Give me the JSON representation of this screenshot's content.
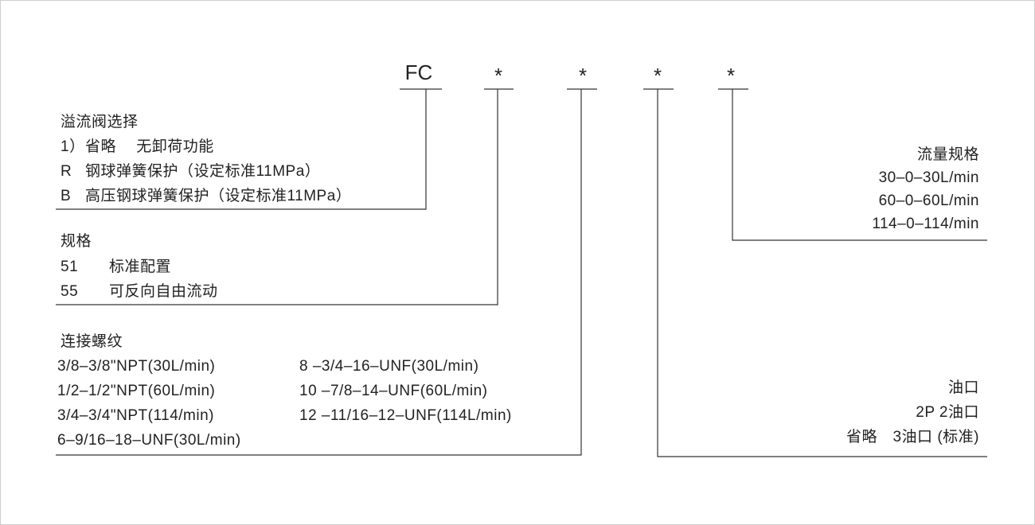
{
  "model_code": {
    "prefix": "FC",
    "slot1": "*",
    "slot2": "*",
    "slot3": "*",
    "slot4": "*"
  },
  "relief_valve": {
    "title": "溢流阀选择",
    "options": [
      {
        "code": "1）",
        "text": "省略　 无卸荷功能"
      },
      {
        "code": "R",
        "text": "钢球弹簧保护（设定标准11MPa）"
      },
      {
        "code": "B",
        "text": "高压钢球弹簧保护（设定标准11MPa）"
      }
    ]
  },
  "specification": {
    "title": "规格",
    "options": [
      {
        "code": "51",
        "text": "标准配置"
      },
      {
        "code": "55",
        "text": "可反向自由流动"
      }
    ]
  },
  "thread": {
    "title": "连接螺纹",
    "col1": [
      "3/8–3/8\"NPT(30L/min)",
      "1/2–1/2\"NPT(60L/min)",
      "3/4–3/4\"NPT(114/min)",
      "6–9/16–18–UNF(30L/min)"
    ],
    "col2": [
      "8 –3/4–16–UNF(30L/min)",
      "10 –7/8–14–UNF(60L/min)",
      "12 –11/16–12–UNF(114L/min)"
    ]
  },
  "flow": {
    "title": "流量规格",
    "options": [
      "30–0–30L/min",
      "60–0–60L/min",
      "114–0–114/min"
    ]
  },
  "oil_port": {
    "title": "油口",
    "options": [
      "2P  2油口",
      "省略　3油口 (标准)"
    ]
  }
}
